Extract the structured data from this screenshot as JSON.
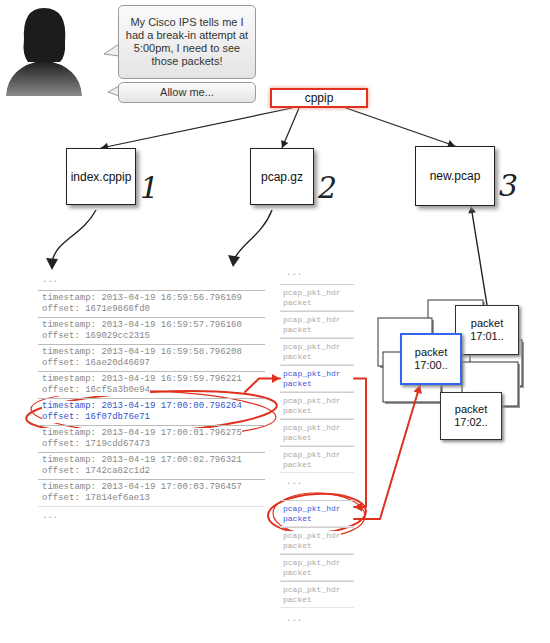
{
  "diagram": {
    "nodes": [
      {
        "text": [
          "My Cisco IPS tells me I had a break-in attempt at 5:00pm, I need to see those packets!"
        ]
      },
      {
        "text": [
          "Allow me..."
        ]
      },
      {
        "text": [
          "cppip"
        ]
      },
      {
        "text": [
          "index.cppip"
        ]
      },
      {
        "text": [
          "pcap.gz"
        ]
      },
      {
        "text": [
          "new.pcap"
        ]
      },
      {
        "text": [
          "timestamp: 2013-04-19 16:59:56.796109",
          "offset: 1671e9866fd0"
        ]
      },
      {
        "text": [
          "timestamp: 2013-04-19 16:59:57.796160",
          "offset: 169029cc2315"
        ]
      },
      {
        "text": [
          "timestamp: 2013-04-19 16:59:58.796208",
          "offset: 16ae20d46697"
        ]
      },
      {
        "text": [
          "timestamp: 2013-04-19 16:59:59.796221",
          "offset: 16cf5a3b0e94"
        ]
      },
      {
        "text": [
          "timestamp: 2013-04-19 17:00:00.796264",
          "offset: 16f07db76e71"
        ]
      },
      {
        "text": [
          "timestamp: 2013-04-19 17:00:01.796275",
          "offset: 1719cdd67473"
        ]
      },
      {
        "text": [
          "timestamp: 2013-04-19 17:00:02.796321",
          "offset: 1742ca82c1d2"
        ]
      },
      {
        "text": [
          "timestamp: 2013-04-19 17:00:03.796457",
          "offset: 17814ef6ae13"
        ]
      },
      {
        "text": [
          "pcap_pkt_hdr",
          "packet"
        ]
      },
      {
        "text": [
          "pcap_pkt_hdr",
          "packet"
        ]
      },
      {
        "text": [
          "pcap_pkt_hdr",
          "packet"
        ]
      },
      {
        "text": [
          "pcap_pkt_hdr",
          "packet"
        ]
      },
      {
        "text": [
          "pcap_pkt_hdr",
          "packet"
        ]
      },
      {
        "text": [
          "pcap_pkt_hdr",
          "packet"
        ]
      },
      {
        "text": [
          "pcap_pkt_hdr",
          "packet"
        ]
      },
      {
        "text": [
          "pcap_pkt_hdr",
          "packet"
        ]
      },
      {
        "text": [
          "pcap_pkt_hdr",
          "packet"
        ]
      },
      {
        "text": [
          "pcap_pkt_hdr",
          "packet"
        ]
      },
      {
        "text": [
          "pcap_pkt_hdr",
          "packet"
        ]
      },
      {
        "text": [
          "packet",
          "17:01.."
        ]
      },
      {
        "text": [
          "packet",
          "17:00.."
        ]
      },
      {
        "text": [
          "packet",
          "17:02.."
        ]
      }
    ],
    "edges": [
      {
        "from": 2,
        "to": 3,
        "arrow": "to"
      },
      {
        "from": 2,
        "to": 4,
        "arrow": "to"
      },
      {
        "from": 2,
        "to": 5,
        "arrow": "to"
      },
      {
        "from": 10,
        "to": 17,
        "arrow": "to"
      },
      {
        "from": 17,
        "to": 21,
        "arrow": "to"
      },
      {
        "from": 21,
        "to": 26,
        "arrow": "to"
      },
      {
        "from": 25,
        "to": 5,
        "arrow": "to"
      }
    ],
    "labels": [
      "1",
      "2",
      "3",
      "...",
      "...",
      "...",
      "...",
      "..."
    ]
  }
}
